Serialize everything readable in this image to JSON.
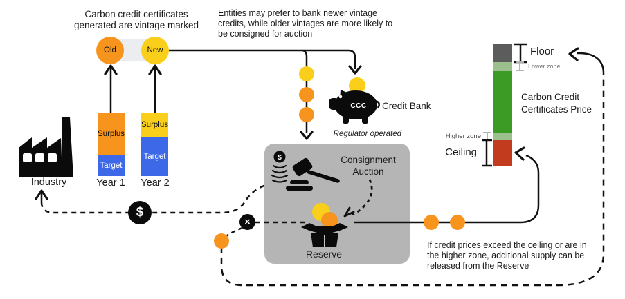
{
  "colors": {
    "orange": "#F7941E",
    "yellow": "#F9CF1B",
    "blue": "#3D68E8",
    "green": "#3B9B24",
    "light_green": "#9CC08D",
    "red": "#C23B1E",
    "dark_gray": "#5C5C5C",
    "box_gray": "#B5B5B5",
    "band_gray": "#EBEDF1",
    "ink": "#111111"
  },
  "vintage": {
    "caption": "Carbon credit certificates generated are vintage marked",
    "old_label": "Old",
    "new_label": "New"
  },
  "notes": {
    "banking": "Entities may prefer to bank newer vintage credits, while older vintages are more likely to be consigned for auction",
    "reserve_release": "If credit prices exceed the ceiling or are in the higher zone, additional supply can be released from the Reserve"
  },
  "industry": {
    "label": "Industry"
  },
  "years": {
    "year1": {
      "label": "Year 1",
      "surplus": "Surplus",
      "target": "Target"
    },
    "year2": {
      "label": "Year 2",
      "surplus": "Surplus",
      "target": "Target"
    }
  },
  "credit_bank": {
    "label": "Credit Bank",
    "piggy_text": "CCC"
  },
  "regulator": {
    "caption": "Regulator operated",
    "auction_label": "Consignment Auction",
    "reserve_label": "Reserve"
  },
  "price_scale": {
    "floor": "Floor",
    "lower_zone": "Lower zone",
    "title": "Carbon Credit Certificates Price",
    "higher_zone": "Higher zone",
    "ceiling": "Ceiling"
  },
  "symbols": {
    "dollar": "$",
    "cancel": "✕"
  }
}
